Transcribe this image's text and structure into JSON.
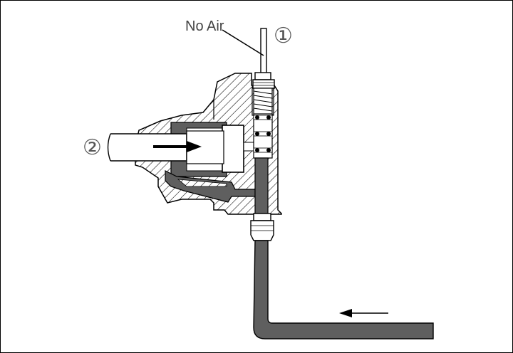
{
  "diagram": {
    "labels": {
      "no_air": "No Air",
      "marker_1": "①",
      "marker_2": "②"
    },
    "colors": {
      "line": "#000000",
      "fluid": "#5f5f5f",
      "background": "#ffffff",
      "shaft": "#f4f4f4"
    }
  }
}
